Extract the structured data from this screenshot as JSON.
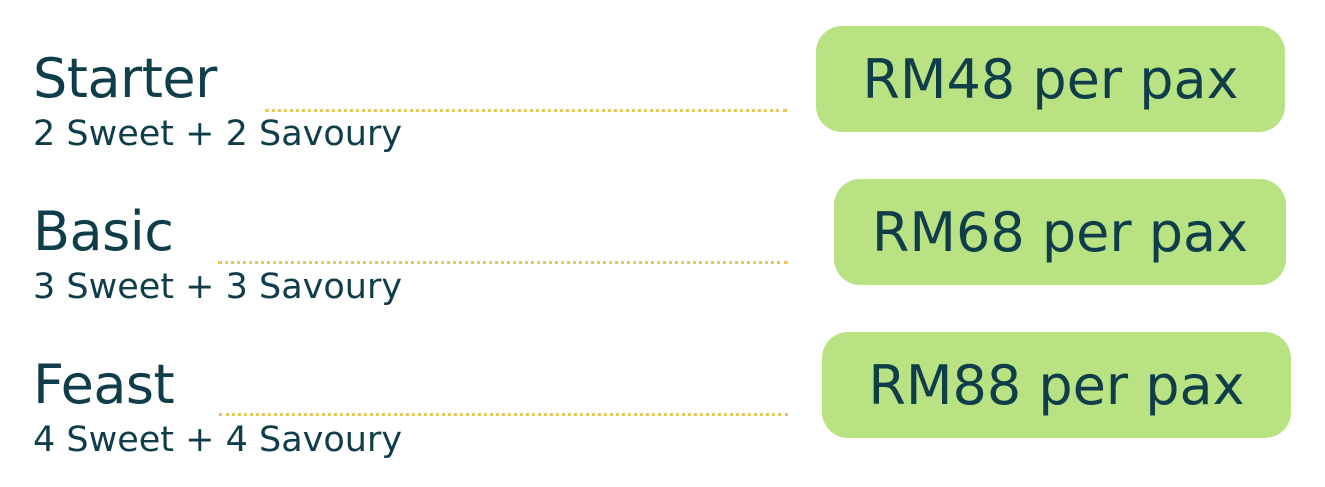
{
  "tiers": [
    {
      "name": "Starter",
      "description": "2 Sweet + 2 Savoury",
      "price": "RM48 per pax"
    },
    {
      "name": "Basic",
      "description": "3 Sweet + 3 Savoury",
      "price": "RM68 per pax"
    },
    {
      "name": "Feast",
      "description": "4 Sweet + 4 Savoury",
      "price": "RM88 per pax"
    }
  ],
  "colors": {
    "text": "#0f3d4a",
    "price_badge": "#b9e283",
    "leader_dots": "#e9c75a",
    "background": "#ffffff"
  }
}
